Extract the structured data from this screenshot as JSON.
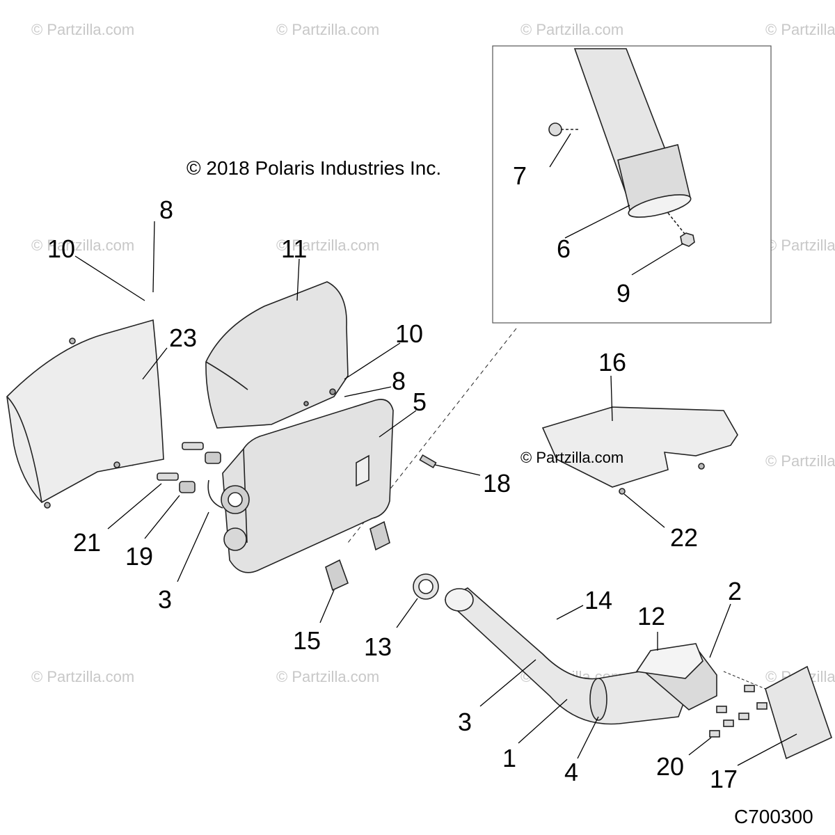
{
  "watermark": "© Partzilla.com",
  "copyright": "© 2018 Polaris Industries Inc.",
  "inline_watermark": "© Partzilla.com",
  "diagram_code": "C700300",
  "callouts": {
    "c1": "1",
    "c2": "2",
    "c3a": "3",
    "c3b": "3",
    "c4": "4",
    "c5": "5",
    "c6": "6",
    "c7": "7",
    "c8a": "8",
    "c8b": "8",
    "c9": "9",
    "c10a": "10",
    "c10b": "10",
    "c11": "11",
    "c12": "12",
    "c13": "13",
    "c14": "14",
    "c15": "15",
    "c16": "16",
    "c17": "17",
    "c18": "18",
    "c19": "19",
    "c20": "20",
    "c21": "21",
    "c22": "22",
    "c23": "23"
  }
}
